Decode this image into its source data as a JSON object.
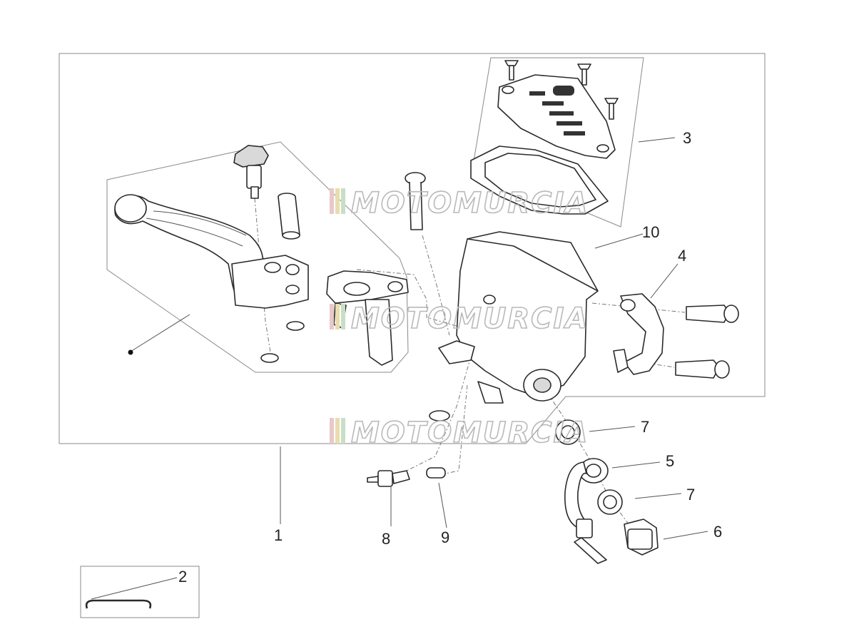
{
  "callouts": {
    "c1": "1",
    "c2": "2",
    "c3": "3",
    "c4": "4",
    "c5": "5",
    "c6": "6",
    "c7a": "7",
    "c7b": "7",
    "c8": "8",
    "c9": "9",
    "c10": "10"
  },
  "watermark": {
    "text": "MOTOMURCIA",
    "stripe_colors": [
      "#e8c9c9",
      "#e9dcae",
      "#c7dfc7"
    ]
  }
}
